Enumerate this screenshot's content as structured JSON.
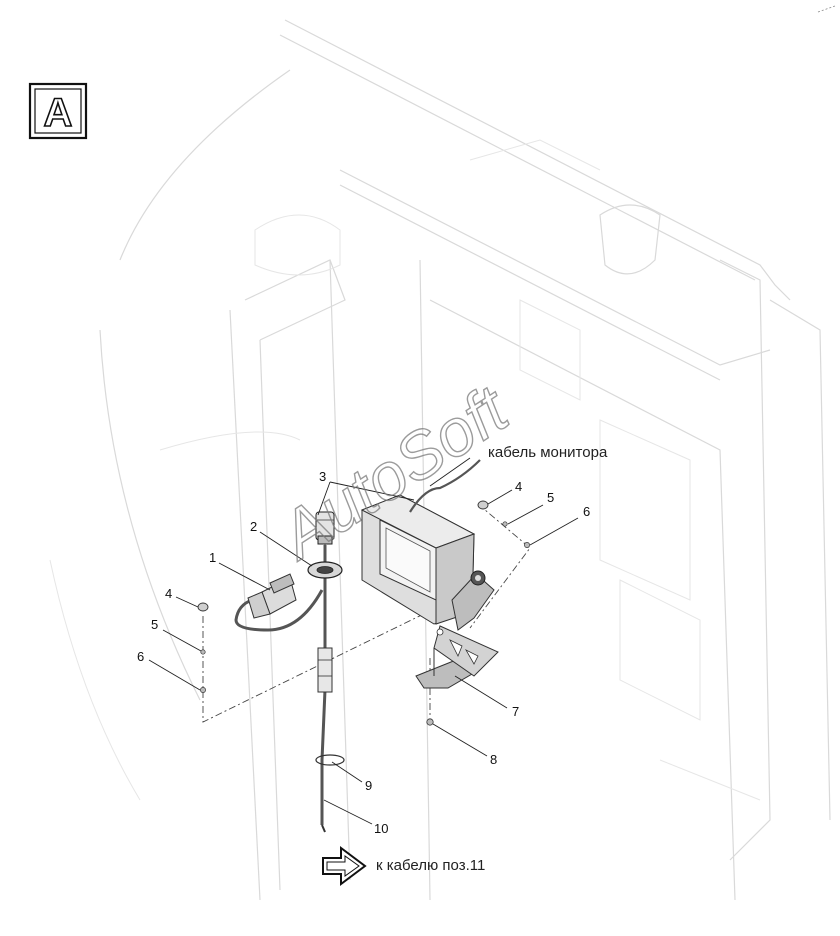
{
  "view_badge": {
    "letter": "A"
  },
  "watermark": {
    "text": "AutoSoft"
  },
  "labels": {
    "monitor_cable": "кабель монитора",
    "to_cable": "к кабелю поз.11"
  },
  "callouts": {
    "c1": "1",
    "c2": "2",
    "c3": "3",
    "c4a": "4",
    "c4b": "4",
    "c5a": "5",
    "c5b": "5",
    "c6a": "6",
    "c6b": "6",
    "c7": "7",
    "c8": "8",
    "c9": "9",
    "c10": "10"
  },
  "icons": {
    "arrow": "outline-right-arrow-icon"
  }
}
